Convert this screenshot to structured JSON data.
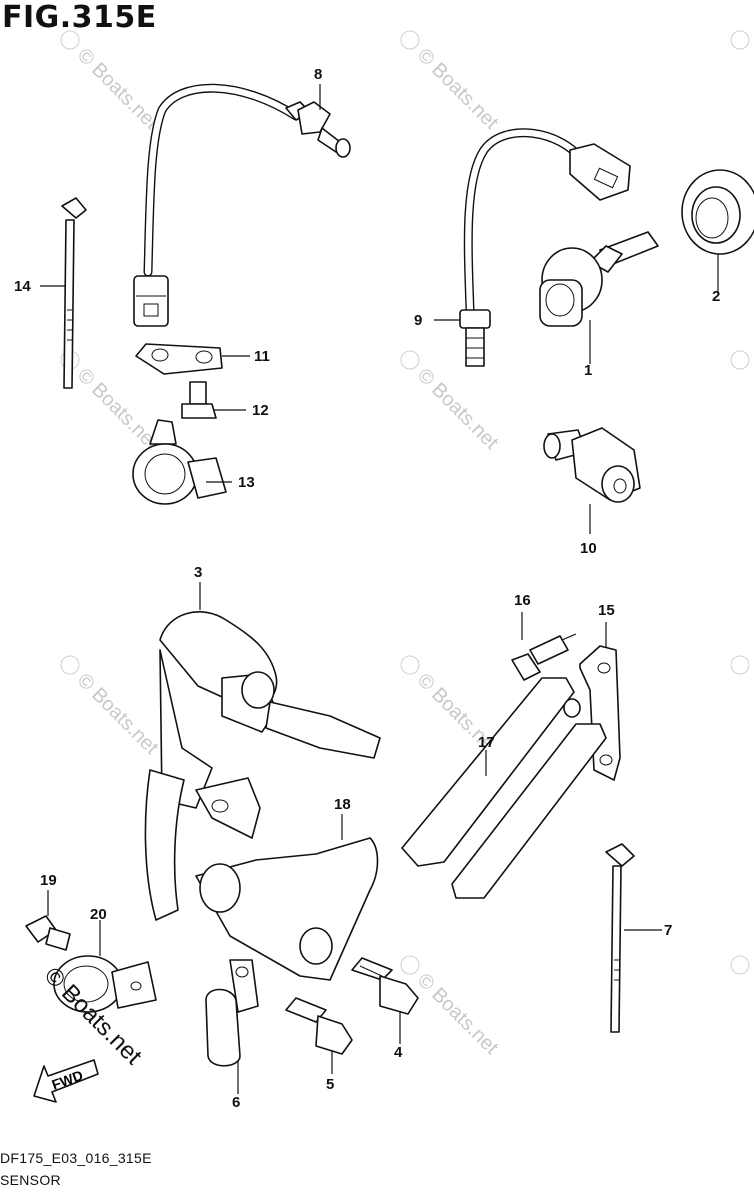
{
  "figure": {
    "title": "FIG.315E"
  },
  "footer": {
    "model_code": "DF175_E03_016_315E",
    "section": "SENSOR"
  },
  "watermark": {
    "text": "© Boats.net",
    "main_text": "© Boats.net"
  },
  "fwd_arrow": {
    "label": "FWD"
  },
  "callouts": [
    {
      "id": "c1",
      "label": "1"
    },
    {
      "id": "c2",
      "label": "2"
    },
    {
      "id": "c3",
      "label": "3"
    },
    {
      "id": "c4",
      "label": "4"
    },
    {
      "id": "c5",
      "label": "5"
    },
    {
      "id": "c6",
      "label": "6"
    },
    {
      "id": "c7",
      "label": "7"
    },
    {
      "id": "c8",
      "label": "8"
    },
    {
      "id": "c9",
      "label": "9"
    },
    {
      "id": "c10",
      "label": "10"
    },
    {
      "id": "c11",
      "label": "11"
    },
    {
      "id": "c12",
      "label": "12"
    },
    {
      "id": "c13",
      "label": "13"
    },
    {
      "id": "c14",
      "label": "14"
    },
    {
      "id": "c15",
      "label": "15"
    },
    {
      "id": "c16",
      "label": "16"
    },
    {
      "id": "c17",
      "label": "17"
    },
    {
      "id": "c18",
      "label": "18"
    },
    {
      "id": "c19",
      "label": "19"
    },
    {
      "id": "c20",
      "label": "20"
    }
  ]
}
